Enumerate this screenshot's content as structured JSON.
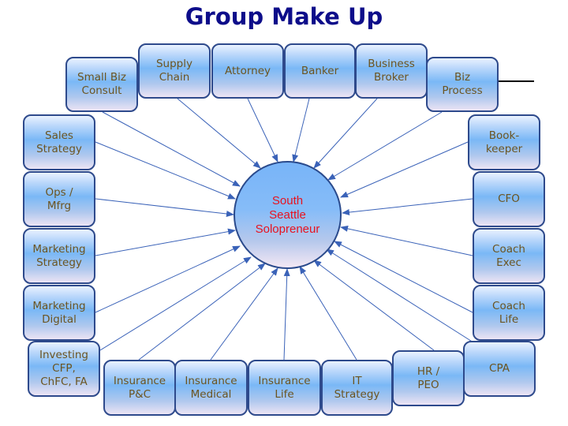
{
  "title": "Group Make Up",
  "hub": {
    "label": "South\nSeattle\nSolopreneur",
    "text_color": "#e8121e"
  },
  "colors": {
    "title": "#0d0d8a",
    "box_border": "#2e4a8c",
    "box_text": "#6b5420",
    "arrow": "#3a62b8"
  },
  "nodes": [
    {
      "id": "small-biz-consult",
      "label": "Small Biz\nConsult"
    },
    {
      "id": "supply-chain",
      "label": "Supply\nChain"
    },
    {
      "id": "attorney",
      "label": "Attorney"
    },
    {
      "id": "banker",
      "label": "Banker"
    },
    {
      "id": "business-broker",
      "label": "Business\nBroker"
    },
    {
      "id": "biz-process",
      "label": "Biz\nProcess"
    },
    {
      "id": "sales-strategy",
      "label": "Sales\nStrategy"
    },
    {
      "id": "ops-mfrg",
      "label": "Ops /\nMfrg"
    },
    {
      "id": "marketing-strategy",
      "label": "Marketing\nStrategy"
    },
    {
      "id": "marketing-digital",
      "label": "Marketing\nDigital"
    },
    {
      "id": "investing",
      "label": "Investing\nCFP,\nChFC, FA"
    },
    {
      "id": "insurance-pc",
      "label": "Insurance\nP&C"
    },
    {
      "id": "insurance-medical",
      "label": "Insurance\nMedical"
    },
    {
      "id": "insurance-life",
      "label": "Insurance\nLife"
    },
    {
      "id": "it-strategy",
      "label": "IT\nStrategy"
    },
    {
      "id": "hr-peo",
      "label": "HR /\nPEO"
    },
    {
      "id": "cpa",
      "label": "CPA"
    },
    {
      "id": "bookkeeper",
      "label": "Book-\nkeeper"
    },
    {
      "id": "cfo",
      "label": "CFO"
    },
    {
      "id": "coach-exec",
      "label": "Coach\nExec"
    },
    {
      "id": "coach-life",
      "label": "Coach\nLife"
    }
  ]
}
